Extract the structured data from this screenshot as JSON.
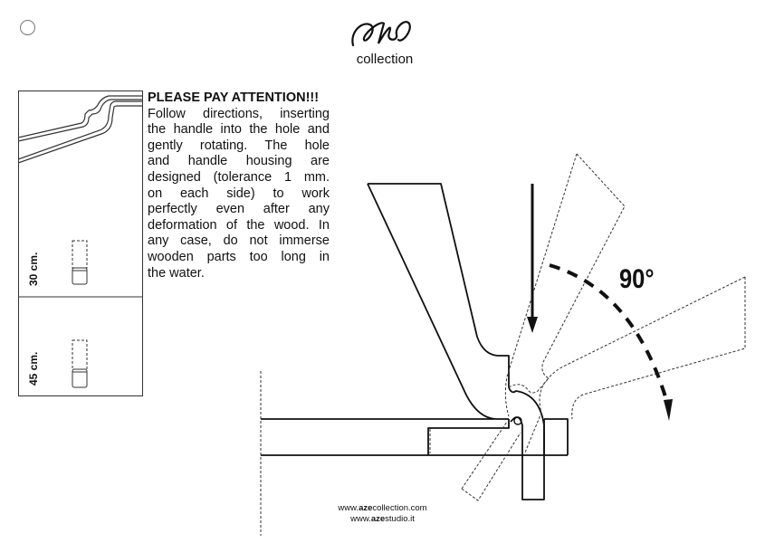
{
  "logo": {
    "monogram": "aze",
    "brand": "collection"
  },
  "notice": {
    "title": "PLEASE PAY ATTENTION!!!",
    "lines": [
      "Follow directions, inserting",
      "the handle into the hole and",
      "gently rotating. The hole",
      "and handle housing are",
      "designed (tolerance 1 mm.",
      "on each side) to work",
      "perfectly even after any",
      "deformation of the wood. In",
      "any case, do not immerse",
      "wooden parts too long in",
      "the water."
    ]
  },
  "panel": {
    "size_top": "30 cm.",
    "size_bottom": "45 cm."
  },
  "diagram": {
    "angle_label": "90°"
  },
  "footer": {
    "line1_prefix": "www.",
    "line1_bold": "aze",
    "line1_suffix": "collection.com",
    "line2_prefix": "www.",
    "line2_bold": "aze",
    "line2_suffix": "studio.it"
  }
}
